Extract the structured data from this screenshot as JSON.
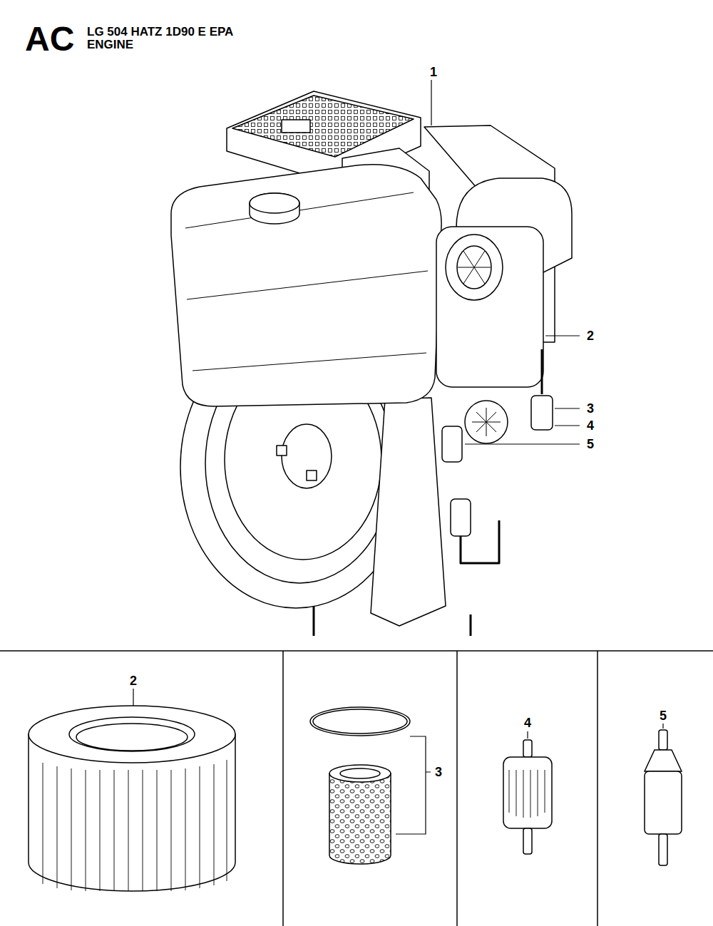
{
  "diagram": {
    "title": "LG 504 HATZ 1D90 E EPA ENGINE",
    "labels": [
      "AC",
      "1",
      "2",
      "3",
      "4",
      "5",
      "2",
      "3",
      "4",
      "5"
    ]
  }
}
